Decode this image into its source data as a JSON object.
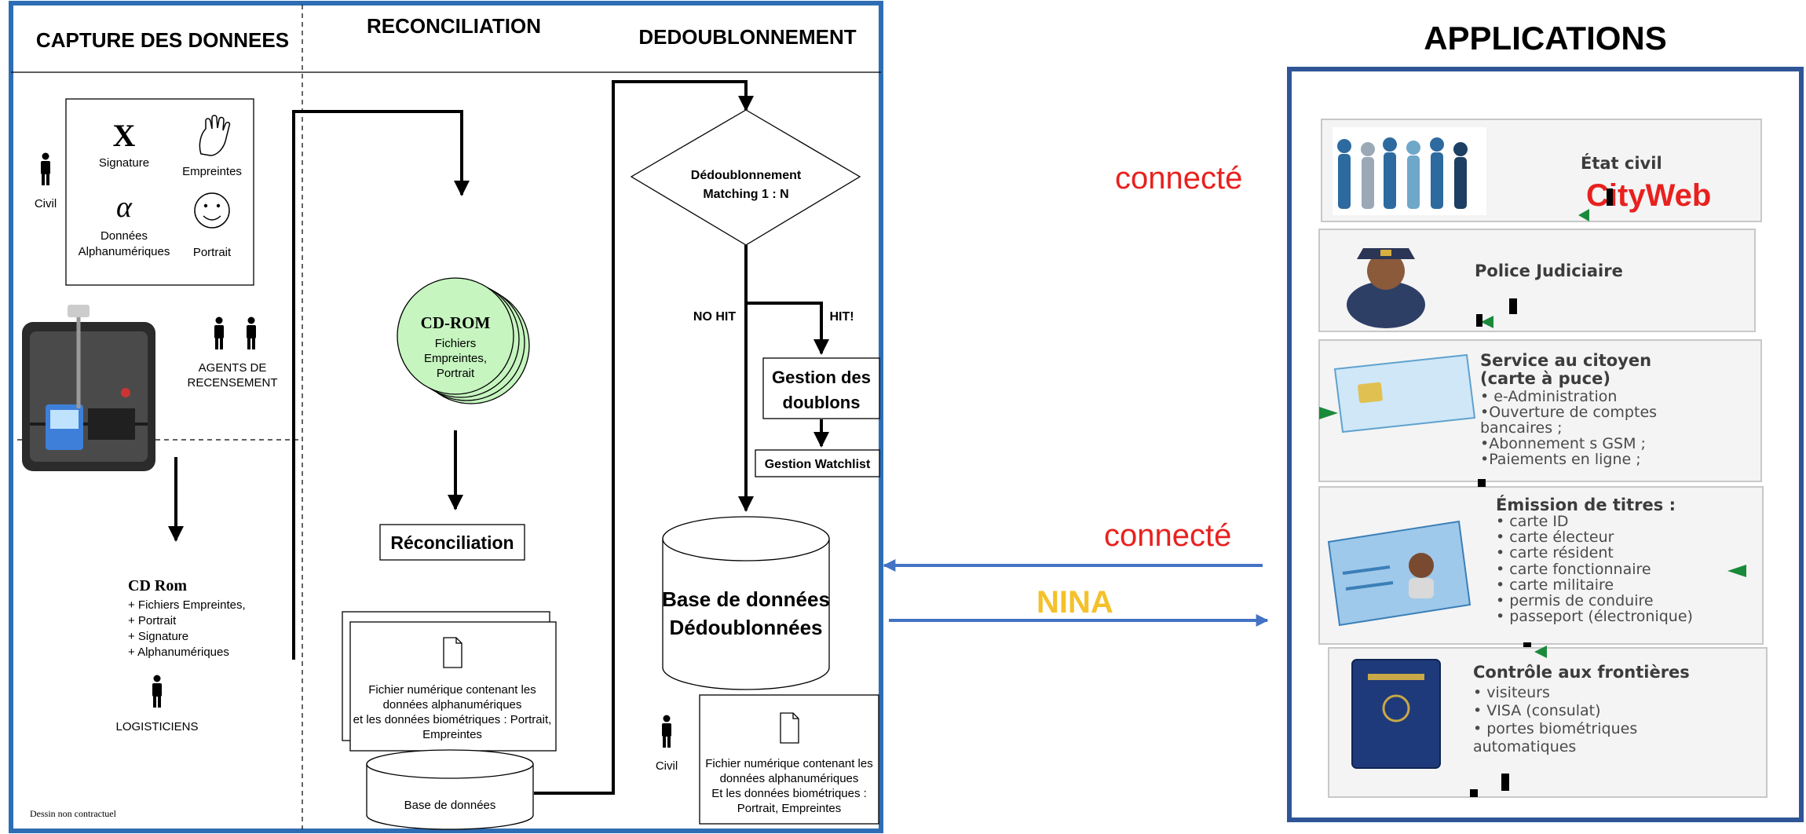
{
  "columns": {
    "capture": "CAPTURE DES DONNEES",
    "reconciliation": "RECONCILIATION",
    "dedup": "DEDOUBLONNEMENT"
  },
  "capture": {
    "civil": "Civil",
    "sig_glyph": "X",
    "signature": "Signature",
    "empreintes": "Empreintes",
    "alpha_glyph": "α",
    "donnees_l1": "Données",
    "donnees_l2": "Alphanumériques",
    "portrait": "Portrait",
    "agents_l1": "AGENTS DE",
    "agents_l2": "RECENSEMENT",
    "cdrom_title": "CD Rom",
    "cdrom_items": [
      "+ Fichiers Empreintes,",
      "+ Portrait",
      "+ Signature",
      "+ Alphanumériques"
    ],
    "logisticiens": "LOGISTICIENS",
    "disclaimer": "Dessin non contractuel"
  },
  "reconciliation": {
    "disc_title": "CD-ROM",
    "disc_l1": "Fichiers",
    "disc_l2": "Empreintes,",
    "disc_l3": "Portrait",
    "box": "Réconciliation",
    "file_l1": "Fichier numérique contenant les",
    "file_l2": "données alphanumériques",
    "file_l3": "et les données biométriques : Portrait,",
    "file_l4": "Empreintes",
    "db": "Base de données"
  },
  "dedup": {
    "diamond_l1": "Dédoublonnement",
    "diamond_l2": "Matching 1 : N",
    "nohit": "NO HIT",
    "hit": "HIT!",
    "gestion_l1": "Gestion des",
    "gestion_l2": "doublons",
    "watchlist": "Gestion Watchlist",
    "db_l1": "Base de données",
    "db_l2": "Dédoublonnées",
    "civil": "Civil",
    "file_l1": "Fichier numérique contenant les",
    "file_l2": "données alphanumériques",
    "file_l3": "Et les données biométriques :",
    "file_l4": "Portrait, Empreintes"
  },
  "links": {
    "connected_top": "connecté",
    "connected_mid": "connecté",
    "nina": "NINA"
  },
  "applications": {
    "title": "APPLICATIONS",
    "cards": [
      {
        "title": "État civil",
        "overlay": "CityWeb",
        "items": []
      },
      {
        "title": "Police Judiciaire",
        "items": []
      },
      {
        "title": "Service au citoyen",
        "subtitle": "(carte à puce)",
        "items": [
          "• e-Administration",
          "•Ouverture de comptes",
          "bancaires ;",
          "•Abonnement s GSM ;",
          "•Paiements en ligne ;"
        ]
      },
      {
        "title": "Émission de titres :",
        "items": [
          "• carte ID",
          "• carte électeur",
          "• carte résident",
          "• carte fonctionnaire",
          "• carte militaire",
          "• permis de conduire",
          "• passeport (électronique)"
        ]
      },
      {
        "title": "Contrôle aux frontières",
        "items": [
          "• visiteurs",
          "• VISA (consulat)",
          "• portes biométriques",
          "automatiques"
        ]
      }
    ]
  },
  "colors": {
    "blue_frame": "#2e6db4",
    "red": "#e8211f",
    "yellow": "#f5c12a",
    "arrow_blue": "#4472c4",
    "disc_green": "#c6f5c0"
  }
}
